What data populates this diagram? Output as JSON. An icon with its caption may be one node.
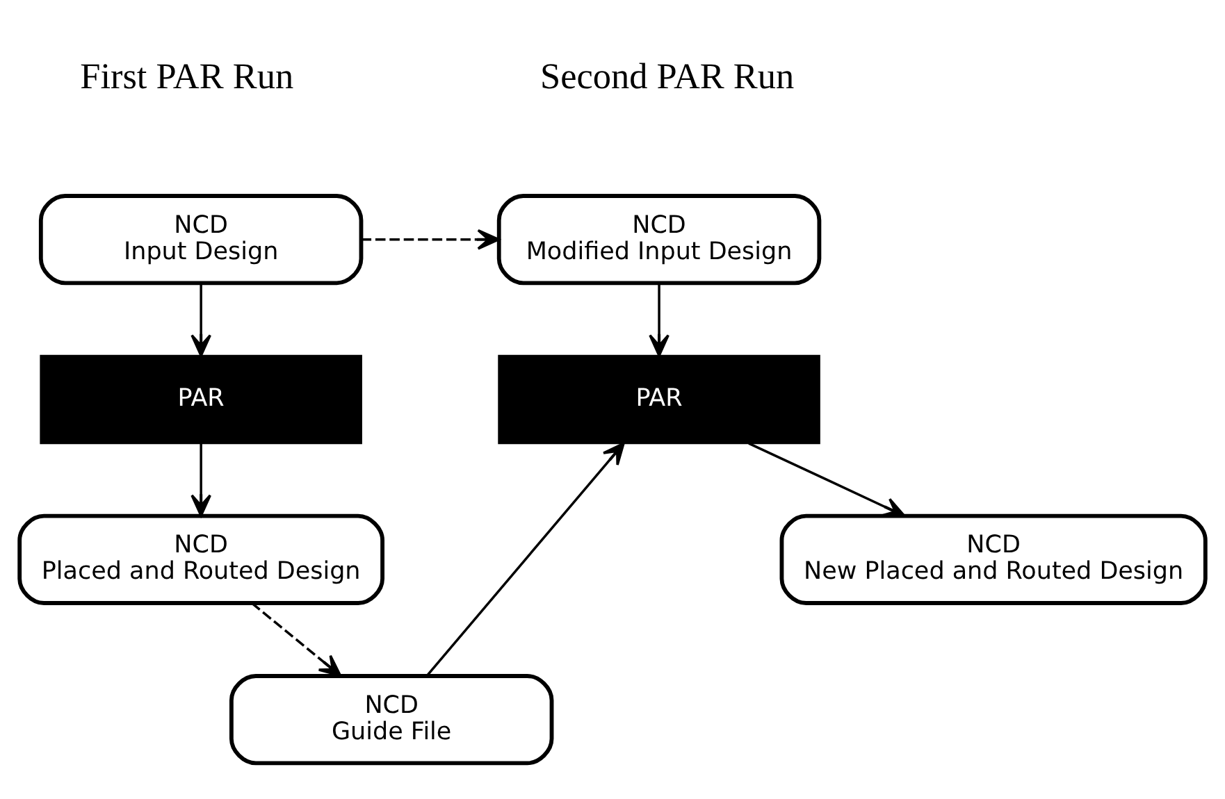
{
  "diagram": {
    "nodes": [
      {
        "text": [
          "NCD",
          "Input Design"
        ]
      },
      {
        "text": [
          "NCD",
          "Modified Input Design"
        ]
      },
      {
        "text": [
          "NCD",
          "Guide File"
        ]
      },
      {
        "text": [
          "PAR"
        ]
      },
      {
        "text": [
          "PAR"
        ]
      },
      {
        "text": [
          "NCD",
          "Placed and Routed Design"
        ]
      },
      {
        "text": [
          "NCD",
          "New Placed and Routed Design"
        ]
      }
    ],
    "edges": [
      {
        "from": 0,
        "to": 1,
        "arrow": "to",
        "style": "dashed"
      },
      {
        "from": 0,
        "to": 3,
        "arrow": "to"
      },
      {
        "from": 3,
        "to": 5,
        "arrow": "to"
      },
      {
        "from": 5,
        "to": 2,
        "arrow": "to",
        "style": "dashed"
      },
      {
        "from": 2,
        "to": 4,
        "arrow": "to"
      },
      {
        "from": 1,
        "to": 4,
        "arrow": "to"
      },
      {
        "from": 4,
        "to": 6,
        "arrow": "to"
      }
    ],
    "labels": [
      "First PAR Run",
      "Second PAR Run"
    ]
  }
}
